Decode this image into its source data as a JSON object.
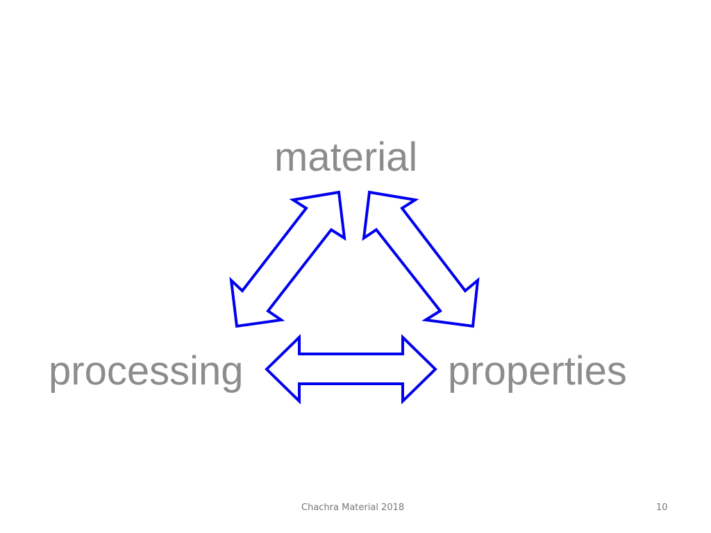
{
  "diagram": {
    "nodes": {
      "top": "material",
      "left": "processing",
      "right": "properties"
    },
    "arrows": [
      {
        "from": "material",
        "to": "processing",
        "style": "double-headed"
      },
      {
        "from": "material",
        "to": "properties",
        "style": "double-headed"
      },
      {
        "from": "processing",
        "to": "properties",
        "style": "double-headed"
      }
    ]
  },
  "footer": {
    "label": "Chachra Material 2018",
    "page": "10"
  },
  "colors": {
    "background": "#ffffff",
    "term_text": "#8c8c8c",
    "arrow_stroke": "#0000ee",
    "footer_text": "#777777"
  }
}
